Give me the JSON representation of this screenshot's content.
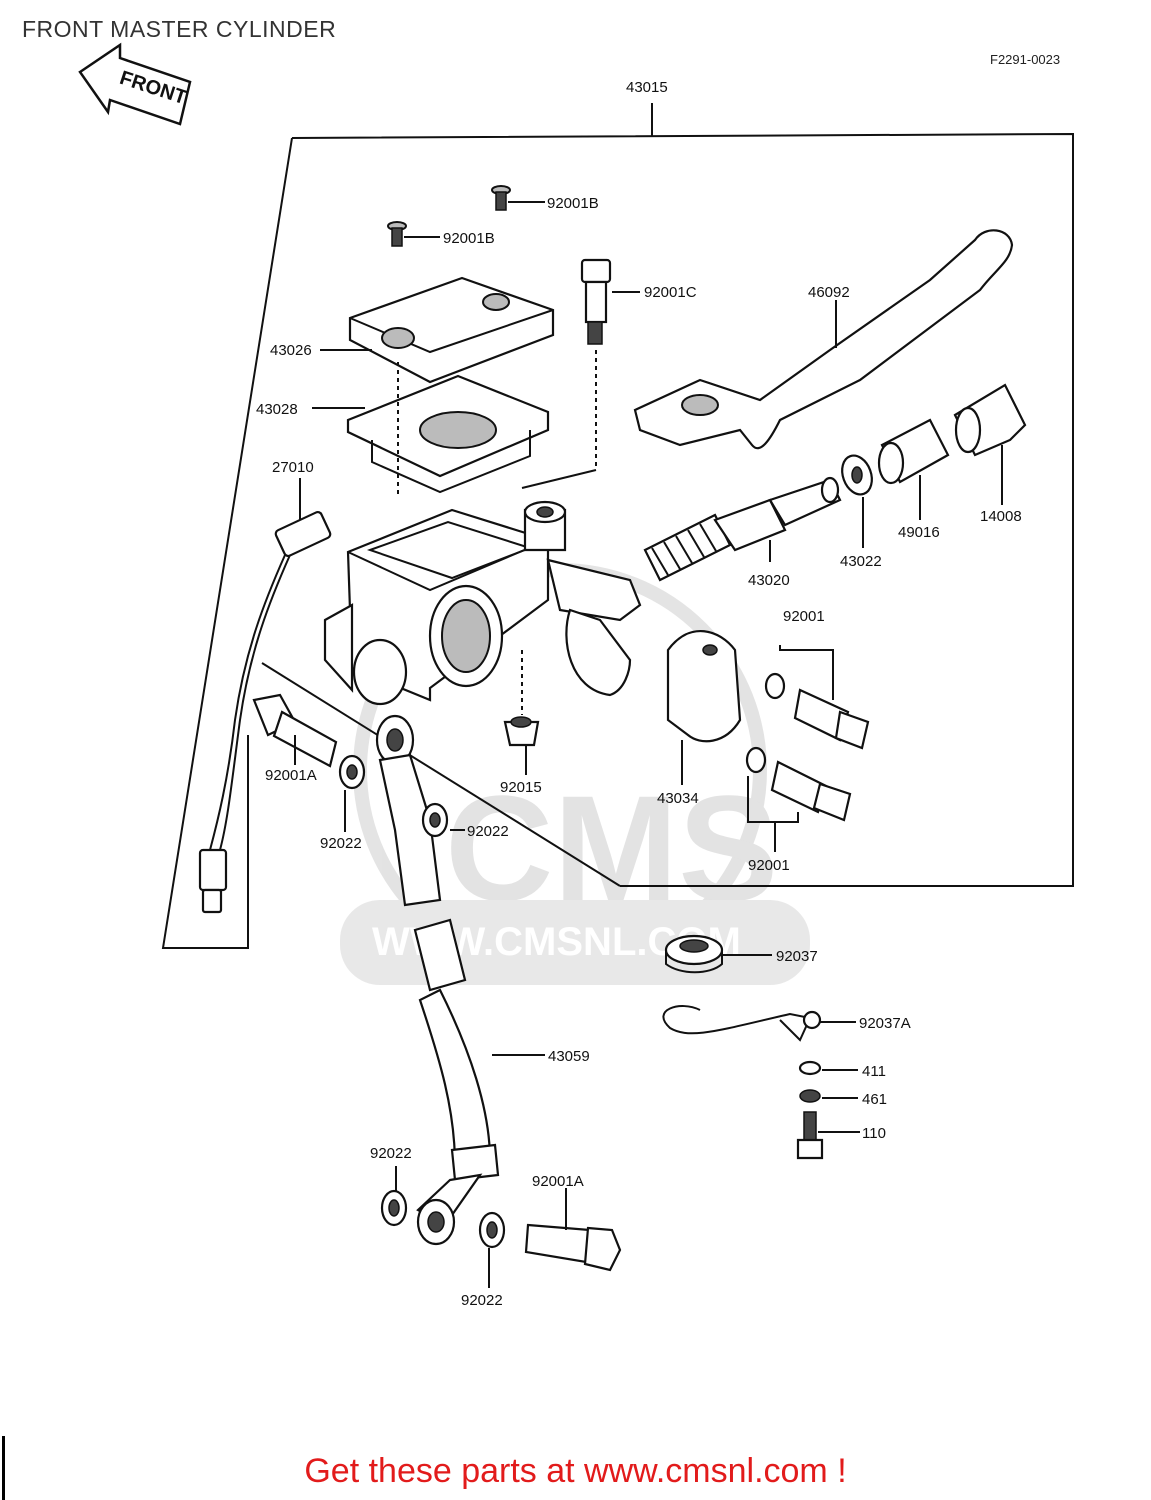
{
  "title": "FRONT MASTER CYLINDER",
  "diagram_code": "F2291-0023",
  "front_label": "FRONT",
  "watermark": {
    "brand": "CMS",
    "url": "WWW.CMSNL.COM"
  },
  "callouts": {
    "c43015": "43015",
    "c92001B_a": "92001B",
    "c92001B_b": "92001B",
    "c92001C": "92001C",
    "c46092": "46092",
    "c43026": "43026",
    "c43028": "43028",
    "c27010": "27010",
    "c43022": "43022",
    "c49016": "49016",
    "c14008": "14008",
    "c43020": "43020",
    "c92001_a": "92001",
    "c92001A_a": "92001A",
    "c92022_a": "92022",
    "c92022_b": "92022",
    "c92015": "92015",
    "c43034": "43034",
    "c92001_b": "92001",
    "c92037": "92037",
    "c92037A": "92037A",
    "c411": "411",
    "c461": "461",
    "c110": "110",
    "c43059": "43059",
    "c92022_c": "92022",
    "c92001A_b": "92001A",
    "c92022_d": "92022"
  },
  "cta_text": "Get these parts at www.cmsnl.com !",
  "colors": {
    "cta": "#e21b1b",
    "lines": "#111111",
    "title": "#333333"
  }
}
